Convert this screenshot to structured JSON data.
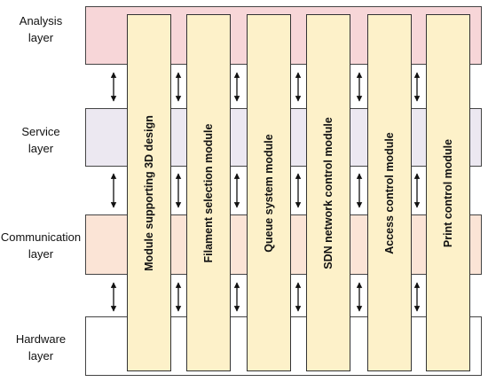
{
  "layers": [
    {
      "line1": "Analysis",
      "line2": "layer",
      "color": "#f7d6d8"
    },
    {
      "line1": "Service",
      "line2": "layer",
      "color": "#ece8f1"
    },
    {
      "line1": "Communication",
      "line2": "layer",
      "color": "#fbe4d6"
    },
    {
      "line1": "Hardware",
      "line2": "layer",
      "color": "#ffffff"
    }
  ],
  "modules": [
    {
      "label": "Module supporting 3D design"
    },
    {
      "label": "Filament selection module"
    },
    {
      "label": "Queue system module"
    },
    {
      "label": "SDN network control module"
    },
    {
      "label": "Access control module"
    },
    {
      "label": "Print control module"
    }
  ],
  "colors": {
    "module_fill": "#fdf1c9",
    "border": "#333333"
  }
}
